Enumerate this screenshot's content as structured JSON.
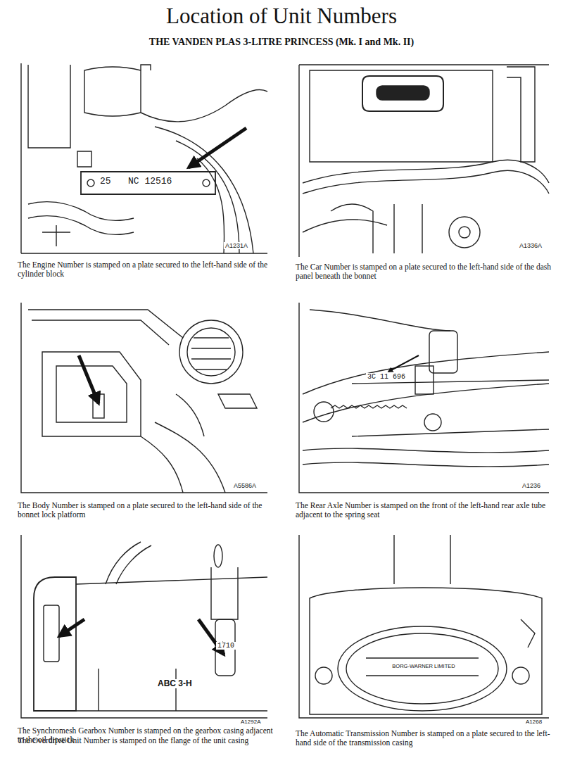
{
  "diagram": {
    "title": "Location of Unit Numbers",
    "labels": [
      "THE VANDEN PLAS 3-LITRE PRINCESS (Mk. I and Mk. II)",
      "25",
      "NC 12516",
      "A1231A",
      "The Engine Number is stamped on a plate secured to the left-hand side of the cylinder block",
      "A1336A",
      "The Car Number is stamped on a plate secured to the left-hand side of the dash panel beneath the bonnet",
      "A5586A",
      "The Body Number is stamped on a plate secured to the left-hand side of the bonnet lock platform",
      "3C 11 696",
      "A1236",
      "The Rear Axle Number is stamped on the front of the left-hand rear axle tube adjacent to the spring seat",
      "ABC 3-H",
      "1710",
      "A1292A",
      "The Synchromesh Gearbox Number is stamped on the gearbox casing adjacent to the oil dipstick",
      "The Overdrive Unit Number is stamped on the flange of the unit casing",
      "BORG-WARNER LIMITED",
      "A1268",
      "The Automatic Transmission Number is stamped on a plate secured to the left-hand side of the transmission casing"
    ]
  }
}
